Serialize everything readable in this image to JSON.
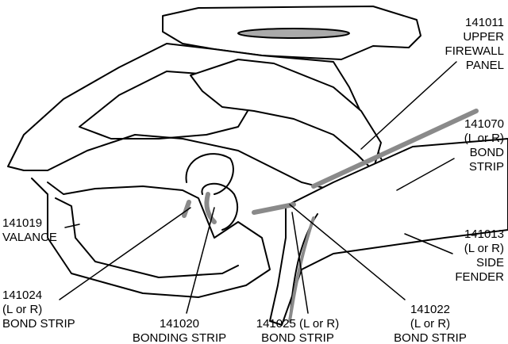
{
  "title": "Corvette front body bonding strips diagram",
  "callouts": [
    {
      "id": "upper-firewall-panel",
      "lines": [
        "141011",
        "UPPER",
        "FIREWALL",
        "PANEL"
      ]
    },
    {
      "id": "bond-strip-141070",
      "lines": [
        "141070",
        "(L or R)",
        "BOND",
        "STRIP"
      ]
    },
    {
      "id": "side-fender",
      "lines": [
        "141013",
        "(L or R)",
        "SIDE",
        "FENDER"
      ]
    },
    {
      "id": "valance",
      "lines": [
        "141019",
        "VALANCE"
      ]
    },
    {
      "id": "bond-strip-141024",
      "lines": [
        "141024",
        "(L or R)",
        "BOND STRIP"
      ]
    },
    {
      "id": "bonding-strip-141020",
      "lines": [
        "141020",
        "BONDING STRIP"
      ]
    },
    {
      "id": "bond-strip-141025",
      "lines": [
        "141025 (L or R)",
        "BOND STRIP"
      ]
    },
    {
      "id": "bond-strip-141022",
      "lines": [
        "141022",
        "(L or R)",
        "BOND STRIP"
      ]
    }
  ],
  "colors": {
    "line": "#000000",
    "strip": "#8a8a8a",
    "background": "#ffffff"
  }
}
